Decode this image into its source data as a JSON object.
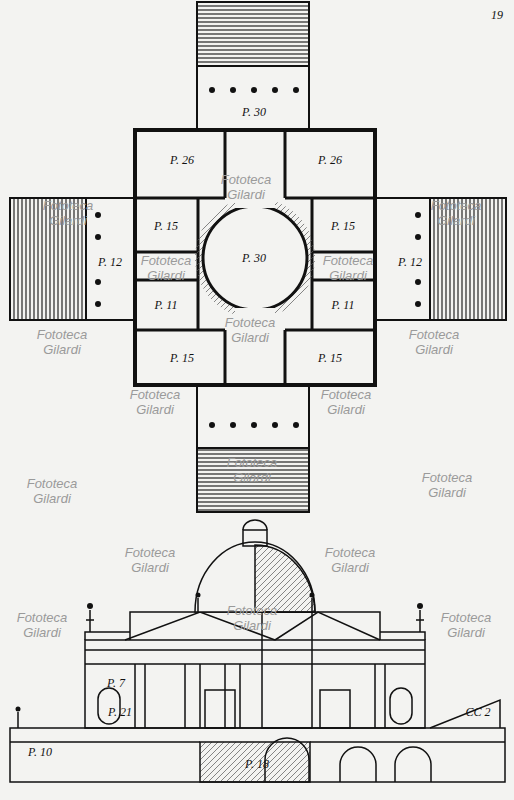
{
  "diagram": {
    "nodes": [
      {
        "text": [
          "P. 30"
        ]
      },
      {
        "text": [
          "P. 26"
        ]
      },
      {
        "text": [
          "P. 26"
        ]
      },
      {
        "text": [
          "P. 15"
        ]
      },
      {
        "text": [
          "P. 12"
        ]
      },
      {
        "text": [
          "P. 30"
        ]
      },
      {
        "text": [
          "P. 15"
        ]
      },
      {
        "text": [
          "P. 12"
        ]
      },
      {
        "text": [
          "P. 11"
        ]
      },
      {
        "text": [
          "P. 11"
        ]
      },
      {
        "text": [
          "P. 15"
        ]
      },
      {
        "text": [
          "P. 15"
        ]
      }
    ],
    "labels": [
      "19",
      "CC 2",
      "P. 7",
      "P. 10",
      "P. 18",
      "P. 21",
      "Fototeca Gilardi",
      "Fototeca Gilardi",
      "Fototeca Gilardi",
      "Fototeca Gilardi",
      "Fototeca Gilardi",
      "Fototeca Gilardi",
      "Fototeca Gilardi",
      "Fototeca Gilardi",
      "Fototeca Gilardi",
      "Fototeca Gilardi",
      "Fototeca Gilardi",
      "Fototeca Gilardi",
      "Fototeca Gilardi",
      "Fototeca Gilardi",
      "Fototeca Gilardi",
      "Fototeca Gilardi",
      "Fototeca Gilardi",
      "Fototeca Gilardi"
    ]
  }
}
